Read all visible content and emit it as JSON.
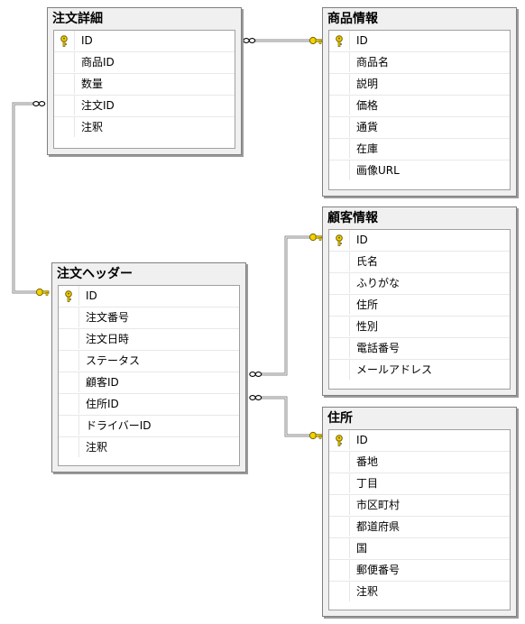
{
  "tables": {
    "order_detail": {
      "title": "注文詳細",
      "columns": [
        {
          "name": "ID",
          "key": true
        },
        {
          "name": "商品ID",
          "key": false
        },
        {
          "name": "数量",
          "key": false
        },
        {
          "name": "注文ID",
          "key": false
        },
        {
          "name": "注釈",
          "key": false
        }
      ]
    },
    "product_info": {
      "title": "商品情報",
      "columns": [
        {
          "name": "ID",
          "key": true
        },
        {
          "name": "商品名",
          "key": false
        },
        {
          "name": "説明",
          "key": false
        },
        {
          "name": "価格",
          "key": false
        },
        {
          "name": "通貨",
          "key": false
        },
        {
          "name": "在庫",
          "key": false
        },
        {
          "name": "画像URL",
          "key": false
        }
      ]
    },
    "customer_info": {
      "title": "顧客情報",
      "columns": [
        {
          "name": "ID",
          "key": true
        },
        {
          "name": "氏名",
          "key": false
        },
        {
          "name": "ふりがな",
          "key": false
        },
        {
          "name": "住所",
          "key": false
        },
        {
          "name": "性別",
          "key": false
        },
        {
          "name": "電話番号",
          "key": false
        },
        {
          "name": "メールアドレス",
          "key": false
        }
      ]
    },
    "order_header": {
      "title": "注文ヘッダー",
      "columns": [
        {
          "name": "ID",
          "key": true
        },
        {
          "name": "注文番号",
          "key": false
        },
        {
          "name": "注文日時",
          "key": false
        },
        {
          "name": "ステータス",
          "key": false
        },
        {
          "name": "顧客ID",
          "key": false
        },
        {
          "name": "住所ID",
          "key": false
        },
        {
          "name": "ドライバーID",
          "key": false
        },
        {
          "name": "注釈",
          "key": false
        }
      ]
    },
    "address": {
      "title": "住所",
      "columns": [
        {
          "name": "ID",
          "key": true
        },
        {
          "name": "番地",
          "key": false
        },
        {
          "name": "丁目",
          "key": false
        },
        {
          "name": "市区町村",
          "key": false
        },
        {
          "name": "都道府県",
          "key": false
        },
        {
          "name": "国",
          "key": false
        },
        {
          "name": "郵便番号",
          "key": false
        },
        {
          "name": "注釈",
          "key": false
        }
      ]
    }
  },
  "relationships": [
    {
      "from": "order_detail",
      "to": "product_info",
      "many_end": "order_detail",
      "one_end": "product_info"
    },
    {
      "from": "order_detail",
      "to": "order_header",
      "many_end": "order_detail",
      "one_end": "order_header"
    },
    {
      "from": "order_header",
      "to": "customer_info",
      "many_end": "order_header",
      "one_end": "customer_info"
    },
    {
      "from": "order_header",
      "to": "address",
      "many_end": "order_header",
      "one_end": "address"
    }
  ],
  "colors": {
    "key_icon": "#e8c200",
    "line": "#888888",
    "window_bg": "#f0f0f0",
    "border": "#808080"
  }
}
